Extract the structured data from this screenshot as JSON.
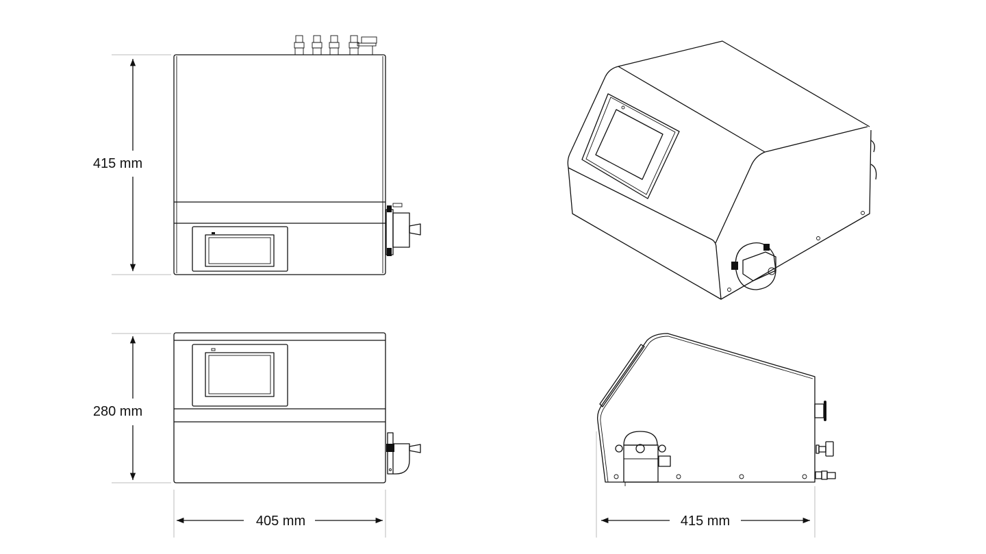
{
  "dimensions": {
    "front_height": "415 mm",
    "side_height": "280 mm",
    "width": "405 mm",
    "depth": "415 mm"
  },
  "colors": {
    "line": "#111111",
    "extension_line": "#bbbbbb",
    "background": "#ffffff"
  }
}
